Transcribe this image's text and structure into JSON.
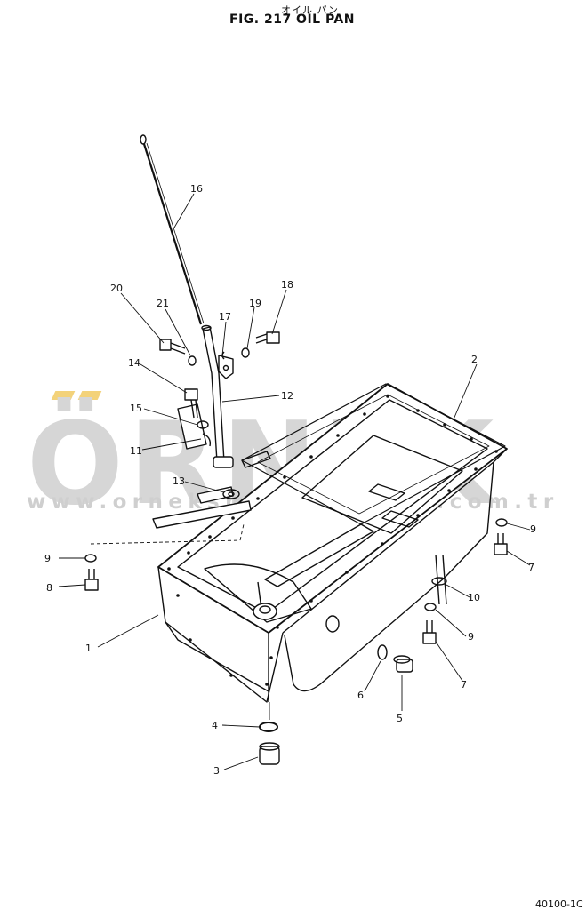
{
  "title_jp": "オイル パン",
  "title": "FIG. 217  OIL   PAN",
  "watermark": {
    "logo": "ÖRNEK",
    "url": "www.orneksmakinaparca.com.tr",
    "logo_color": "#d6d6d6",
    "accent_color": "#f3d27a"
  },
  "labels": {
    "l1": "1",
    "l2": "2",
    "l3": "3",
    "l4": "4",
    "l5": "5",
    "l6": "6",
    "l7a": "7",
    "l7b": "7",
    "l8": "8",
    "l9a": "9",
    "l9b": "9",
    "l9c": "9",
    "l10": "10",
    "l11": "11",
    "l12": "12",
    "l13": "13",
    "l14": "14",
    "l15": "15",
    "l16": "16",
    "l17": "17",
    "l18": "18",
    "l19": "19",
    "l20": "20",
    "l21": "21"
  },
  "drawing_ref": "40100-1C"
}
